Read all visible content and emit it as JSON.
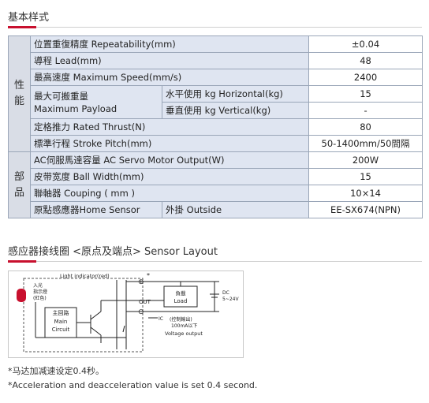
{
  "sections": {
    "spec_title": "基本样式",
    "sensor_title": "感应器接线圈 <原点及端点> Sensor Layout"
  },
  "spec": {
    "categories": {
      "performance": "性\n能",
      "parts": "部\n品"
    },
    "rows": {
      "repeatability": {
        "label": "位置重復精度 Repeatability(mm)",
        "value": "±0.04"
      },
      "lead": {
        "label": "導程 Lead(mm)",
        "value": "48"
      },
      "max_speed": {
        "label": "最高速度 Maximum Speed(mm/s)",
        "value": "2400"
      },
      "max_payload": {
        "label_line1": "最大可搬重量",
        "label_line2": "Maximum Payload",
        "horizontal_label": "水平使用 kg Horizontal(kg)",
        "horizontal_value": "15",
        "vertical_label": "垂直使用 kg Vertical(kg)",
        "vertical_value": "-"
      },
      "rated_thrust": {
        "label": "定格推力 Rated Thrust(N)",
        "value": "80"
      },
      "stroke_pitch": {
        "label": "標準行程 Stroke Pitch(mm)",
        "value": "50-1400mm/50間隔"
      },
      "servo_output": {
        "label": "AC伺服馬達容量 AC Servo Motor Output(W)",
        "value": "200W"
      },
      "ball_width": {
        "label": "皮带宽度 Ball Width(mm)",
        "value": "15"
      },
      "coupling": {
        "label": "聯軸器 Couping ( mm )",
        "value": "10×14"
      },
      "home_sensor": {
        "label": "原點感應器Home Sensor",
        "sublabel": "外掛 Outside",
        "value": "EE-SX674(NPN)"
      }
    }
  },
  "diagram": {
    "light_indicator": "Light indicator(red)",
    "lamp_label_line1": "入光",
    "lamp_label_line2": "指示燈",
    "lamp_label_line3": "(紅色)",
    "main_circuit_cn": "主回路",
    "main_circuit_line1": "Main",
    "main_circuit_line2": "Circuit",
    "plus": "⊕",
    "star": "*",
    "out": "OUT",
    "minus": "⊖",
    "load_cn": "負載",
    "load_en": "Load",
    "dc_line1": "DC",
    "dc_line2": "5~24V",
    "ic_label": "IC",
    "control_output": "(控制輸出)",
    "current": "100mA以下",
    "voltage_output": "Voltage output"
  },
  "notes": {
    "note_cn": "*马达加减速设定0.4秒。",
    "note_en": "*Acceleration and deacceleration value is set 0.4 second."
  },
  "colors": {
    "accent": "#c8102e",
    "label_bg": "#dfe5f1",
    "category_bg": "#d9dde6",
    "border": "#9aa6b8"
  }
}
